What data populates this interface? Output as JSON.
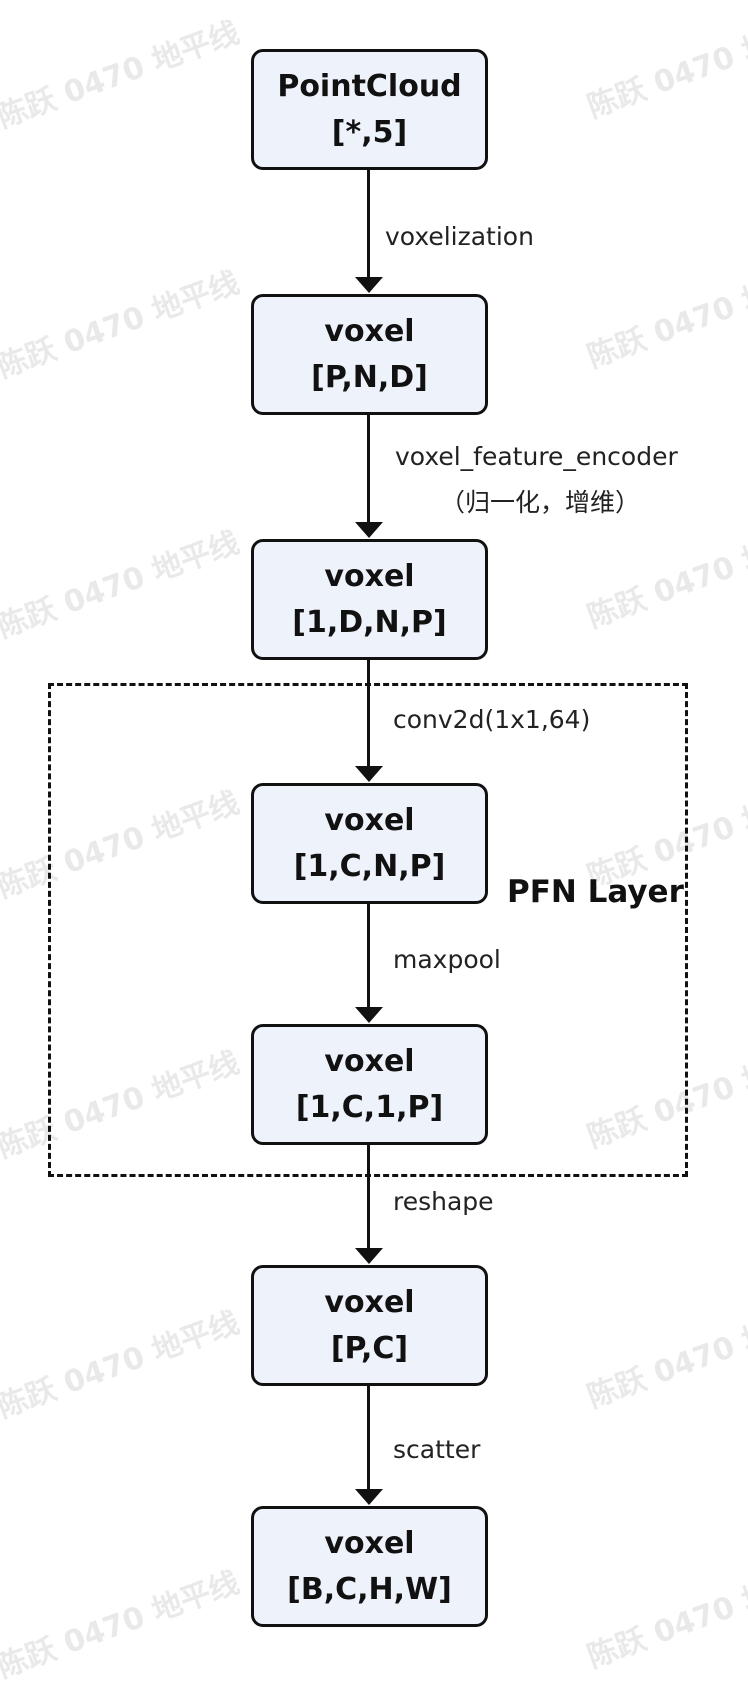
{
  "watermark": "陈跃 0470 地平线",
  "nodes": [
    {
      "title": "PointCloud",
      "dims": "[*,5]"
    },
    {
      "title": "voxel",
      "dims": "[P,N,D]"
    },
    {
      "title": "voxel",
      "dims": "[1,D,N,P]"
    },
    {
      "title": "voxel",
      "dims": "[1,C,N,P]"
    },
    {
      "title": "voxel",
      "dims": "[1,C,1,P]"
    },
    {
      "title": "voxel",
      "dims": "[P,C]"
    },
    {
      "title": "voxel",
      "dims": "[B,C,H,W]"
    }
  ],
  "edges": [
    {
      "label": "voxelization"
    },
    {
      "label": "voxel_feature_encoder",
      "sublabel": "（归一化，增维）"
    },
    {
      "label": "conv2d(1x1,64)"
    },
    {
      "label": "maxpool"
    },
    {
      "label": "reshape"
    },
    {
      "label": "scatter"
    }
  ],
  "group": {
    "label": "PFN Layer"
  }
}
